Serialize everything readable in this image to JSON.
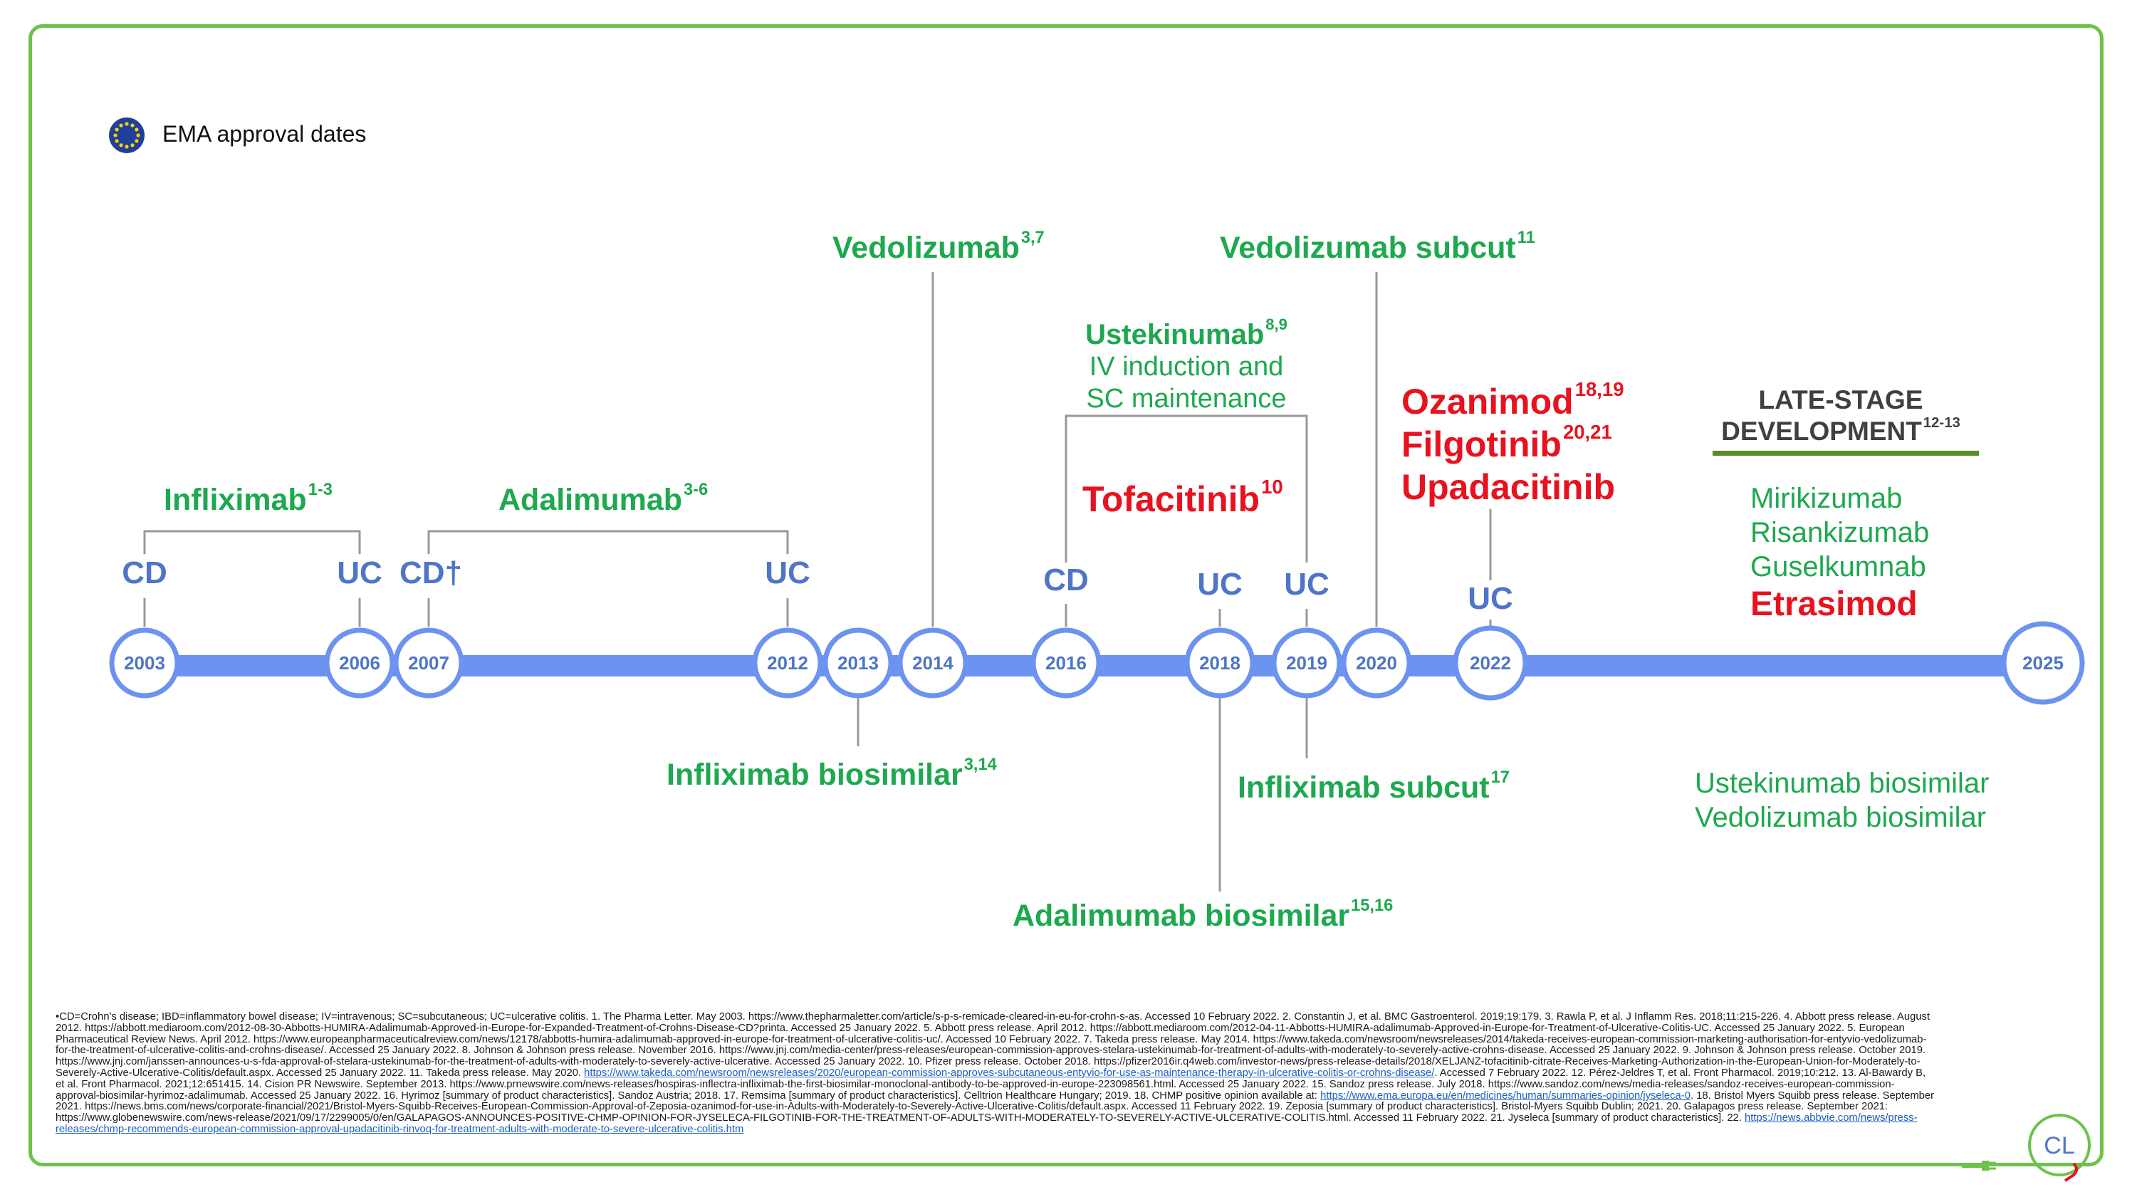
{
  "legend": {
    "label": "EMA approval dates",
    "icon": "eu-flag-icon"
  },
  "years": [
    "2003",
    "2006",
    "2007",
    "2012",
    "2013",
    "2014",
    "2016",
    "2018",
    "2019",
    "2020",
    "2022",
    "2025"
  ],
  "drugs": {
    "infliximab": {
      "name": "Infliximab",
      "ref": "1-3"
    },
    "adalimumab": {
      "name": "Adalimumab",
      "ref": "3-6"
    },
    "vedolizumab": {
      "name": "Vedolizumab",
      "ref": "3,7"
    },
    "ustekinumab": {
      "name": "Ustekinumab",
      "ref": "8,9",
      "line1": "IV induction and",
      "line2": "SC maintenance"
    },
    "tofacitinib": {
      "name": "Tofacitinib",
      "ref": "10"
    },
    "vedolizumab_subcut": {
      "name": "Vedolizumab subcut",
      "ref": "11"
    },
    "ozanimod": {
      "name": "Ozanimod",
      "ref": "18,19"
    },
    "filgotinib": {
      "name": "Filgotinib",
      "ref": "20,21"
    },
    "upadacitinib": {
      "name": "Upadacitinib"
    },
    "infliximab_biosimilar": {
      "name": "Infliximab biosimilar",
      "ref": "3,14"
    },
    "infliximab_subcut": {
      "name": "Infliximab subcut",
      "ref": "17"
    },
    "adalimumab_biosimilar": {
      "name": "Adalimumab biosimilar",
      "ref": "15,16"
    }
  },
  "indications": {
    "cd": "CD",
    "cd_dagger": "CD†",
    "uc": "UC"
  },
  "late_stage": {
    "title_line1": "LATE-STAGE",
    "title_line2": "DEVELOPMENT",
    "ref": "12-13",
    "items": [
      "Mirikizumab",
      "Risankizumab",
      "Guselkumnab",
      "Etrasimod"
    ],
    "biosimilars": [
      "Ustekinumab biosimilar",
      "Vedolizumab biosimilar"
    ]
  },
  "references": {
    "part1": "•CD=Crohn's disease; IBD=inflammatory bowel disease; IV=intravenous; SC=subcutaneous; UC=ulcerative colitis. 1. The Pharma Letter. May 2003. https://www.thepharmaletter.com/article/s-p-s-remicade-cleared-in-eu-for-crohn-s-as. Accessed 10 February 2022. 2. Constantin J, et al. BMC Gastroenterol. 2019;19:179. 3. Rawla P, et al. J Inflamm Res. 2018;11:215-226. 4. Abbott press release. August 2012. https://abbott.mediaroom.com/2012-08-30-Abbotts-HUMIRA-Adalimumab-Approved-in-Europe-for-Expanded-Treatment-of-Crohns-Disease-CD?printa. Accessed 25 January 2022. 5. Abbott press release. April 2012. https://abbott.mediaroom.com/2012-04-11-Abbotts-HUMIRA-adalimumab-Approved-in-Europe-for-Treatment-of-Ulcerative-Colitis-UC. Accessed 25 January 2022. 5. European Pharmaceutical Review News. April 2012. https://www.europeanpharmaceuticalreview.com/news/12178/abbotts-humira-adalimumab-approved-in-europe-for-treatment-of-ulcerative-colitis-uc/. Accessed 10 February 2022. 7. Takeda press release. May 2014. https://www.takeda.com/newsroom/newsreleases/2014/takeda-receives-european-commission-marketing-authorisation-for-entyvio-vedolizumab-for-the-treatment-of-ulcerative-colitis-and-crohns-disease/. Accessed 25 January 2022. 8. Johnson & Johnson press release. November 2016. https://www.jnj.com/media-center/press-releases/european-commission-approves-stelara-ustekinumab-for-treatment-of-adults-with-moderately-to-severely-active-crohns-disease. Accessed 25 January 2022. 9. Johnson & Johnson press release. October 2019. https://www.jnj.com/janssen-announces-u-s-fda-approval-of-stelara-ustekinumab-for-the-treatment-of-adults-with-moderately-to-severely-active-ulcerative. Accessed 25 January 2022. 10. Pfizer press release. October 2018. https://pfizer2016ir.q4web.com/investor-news/press-release-details/2018/XELJANZ-tofacitinib-citrate-Receives-Marketing-Authorization-in-the-European-Union-for-Moderately-to-Severely-Active-Ulcerative-Colitis/default.aspx. Accessed 25 January 2022. 11. Takeda press release. May 2020. ",
    "link1": "https://www.takeda.com/newsroom/newsreleases/2020/european-commission-approves-subcutaneous-entyvio-for-use-as-maintenance-therapy-in-ulcerative-colitis-or-crohns-disease/",
    "part2": ". Accessed 7 February 2022. 12. Pérez-Jeldres T, et al. Front Pharmacol. 2019;10:212. 13. Al-Bawardy B, et al. Front Pharmacol. 2021;12:651415. 14. Cision PR Newswire. September 2013. https://www.prnewswire.com/news-releases/hospiras-inflectra-infliximab-the-first-biosimilar-monoclonal-antibody-to-be-approved-in-europe-223098561.html. Accessed 25 January 2022. 15. Sandoz press release. July 2018. https://www.sandoz.com/news/media-releases/sandoz-receives-european-commission-approval-biosimilar-hyrimoz-adalimumab. Accessed 25 January 2022. 16. Hyrimoz [summary of product characteristics]. Sandoz Austria; 2018. 17. Remsima [summary of product characteristics]. Celltrion Healthcare Hungary; 2019. 18. CHMP positive opinion available at: ",
    "link2": "https://www.ema.europa.eu/en/medicines/human/summaries-opinion/jyseleca-0",
    "part3": ". 18. Bristol Myers Squibb press release. September 2021. https://news.bms.com/news/corporate-financial/2021/Bristol-Myers-Squibb-Receives-European-Commission-Approval-of-Zeposia-ozanimod-for-use-in-Adults-with-Moderately-to-Severely-Active-Ulcerative-Colitis/default.aspx. Accessed 11 February 2022. 19. Zeposia [summary of product characteristics]. Bristol-Myers Squibb Dublin; 2021. 20. Galapagos press release. September 2021: https://www.globenewswire.com/news-release/2021/09/17/2299005/0/en/GALAPAGOS-ANNOUNCES-POSITIVE-CHMP-OPINION-FOR-JYSELECA-FILGOTINIB-FOR-THE-TREATMENT-OF-ADULTS-WITH-MODERATELY-TO-SEVERELY-ACTIVE-ULCERATIVE-COLITIS.html. Accessed 11 February 2022. 21. Jyseleca [summary of product characteristics]. 22. ",
    "link3": "https://news.abbvie.com/news/press-releases/chmp-recommends-european-commission-approval-upadacitinib-rinvoq-for-treatment-adults-with-moderate-to-severe-ulcerative-colitis.htm"
  },
  "logo": {
    "text": "CL"
  },
  "colors": {
    "green": "#1ea84f",
    "red": "#e8121f",
    "blue": "#4f75c9",
    "frame": "#6cc24a",
    "timeline": "#6d93f0"
  }
}
